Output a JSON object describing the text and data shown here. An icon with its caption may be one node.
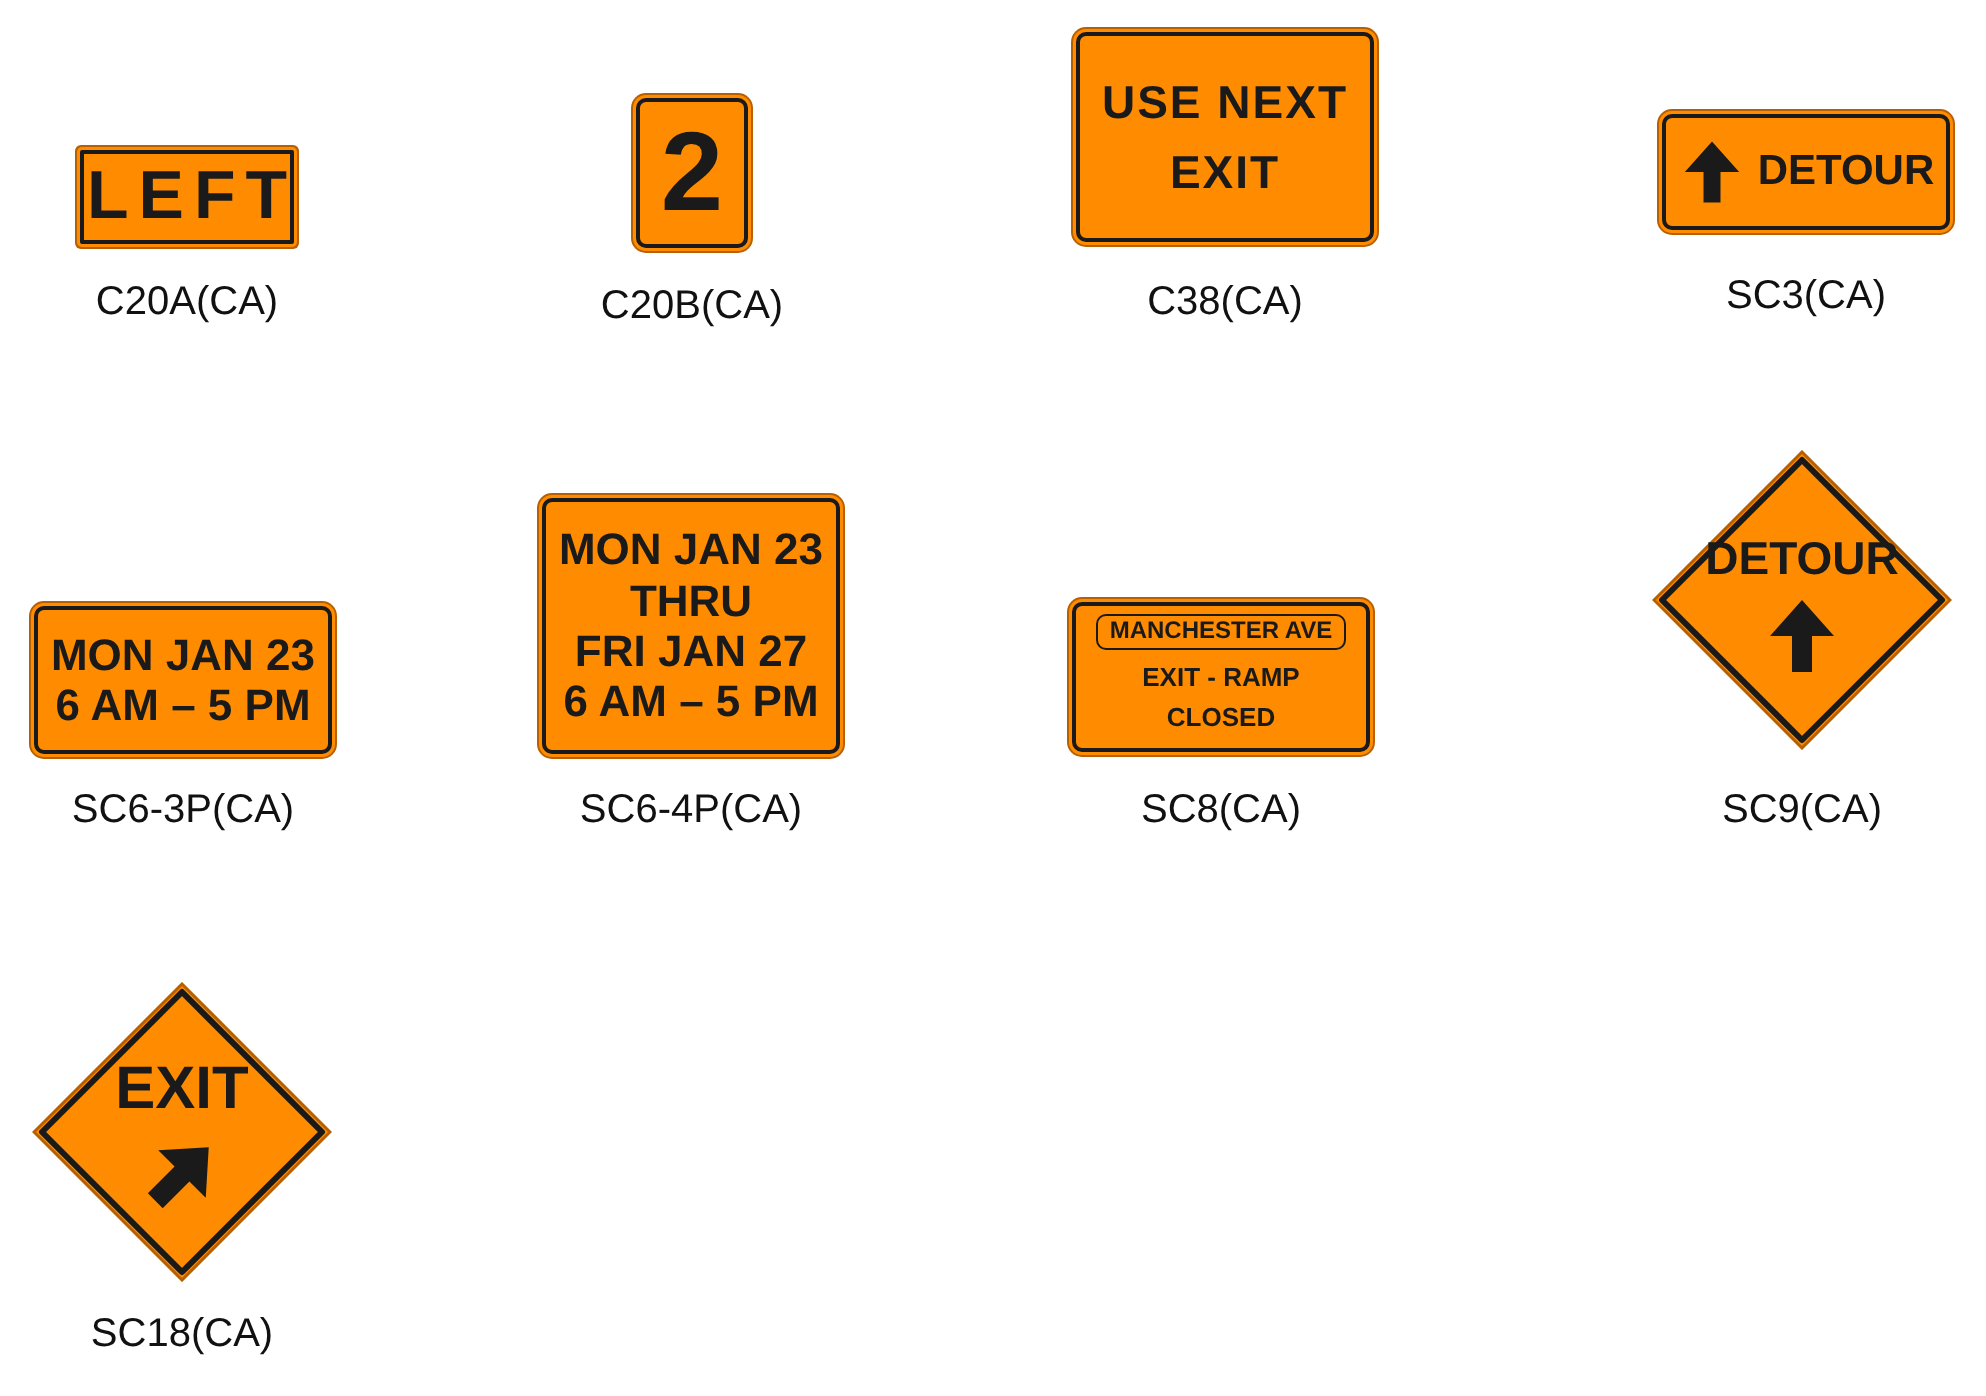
{
  "diagram": {
    "nodes": [
      {
        "text": [
          "LEFT"
        ],
        "beside": [
          "C20A(CA)"
        ]
      },
      {
        "text": [
          "2"
        ],
        "beside": [
          "C20B(CA)"
        ]
      },
      {
        "text": [
          "USE NEXT EXIT"
        ],
        "beside": [
          "C38(CA)"
        ]
      },
      {
        "text": [
          "DETOUR"
        ],
        "beside": [
          "SC3(CA)"
        ]
      },
      {
        "text": [
          "MON JAN 23",
          "6 AM – 5 PM"
        ],
        "beside": [
          "SC6-3P(CA)"
        ]
      },
      {
        "text": [
          "MON JAN 23",
          "THRU",
          "FRI JAN 27",
          "6 AM – 5 PM"
        ],
        "beside": [
          "SC6-4P(CA)"
        ]
      },
      {
        "text": [
          "MANCHESTER AVE",
          "EXIT - RAMP CLOSED"
        ],
        "beside": [
          "SC8(CA)"
        ]
      },
      {
        "text": [
          "DETOUR"
        ],
        "beside": [
          "SC9(CA)"
        ]
      },
      {
        "text": [
          "EXIT"
        ],
        "beside": [
          "SC18(CA)"
        ]
      }
    ]
  }
}
